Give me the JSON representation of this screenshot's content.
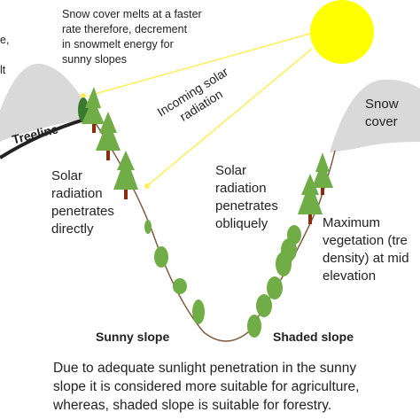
{
  "labels": {
    "left_cut_1": "e,",
    "left_cut_2": "lt",
    "snowmelt_note": "Snow cover melts at a faster\nrate therefore, decrement\nin snowmelt energy for\nsunny slopes",
    "treeline": "Treeline",
    "incoming_radiation": "Incoming solar\nradiation",
    "solar_direct": "Solar\nradiation\npenetrates\ndirectly",
    "solar_oblique": "Solar\nradiation\npenetrates\nobliquely",
    "snow_cover": "Snow\ncover",
    "max_vegetation": "Maximum\nvegetation (tre\ndensity) at mid\nelevation",
    "sunny_slope": "Sunny slope",
    "shaded_slope": "Shaded slope",
    "caption": "Due to adequate sunlight penetration in the sunny\nslope it is considered more suitable for agriculture,\nwhereas, shaded slope is suitable for forestry."
  },
  "colors": {
    "sun": "#ffff00",
    "mountain": "#d9d9d9",
    "tree_green": "#70ad47",
    "tree_trunk": "#8b2c0f",
    "valley_line": "#7f5a3c",
    "ray_line": "#ffee55"
  }
}
